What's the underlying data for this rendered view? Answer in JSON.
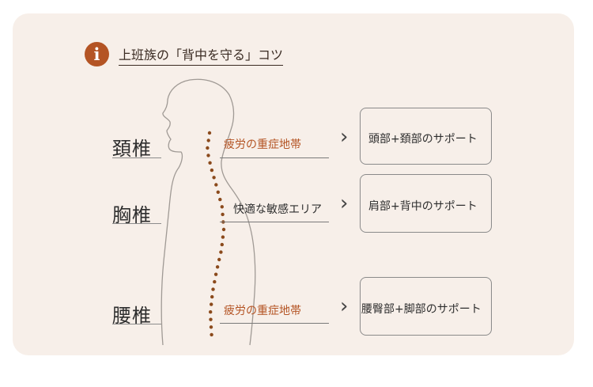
{
  "header": {
    "title": "上班族の「背中を守る」コツ",
    "icon": "info-icon",
    "accent_color": "#b45424"
  },
  "regions": [
    {
      "label": "頚椎",
      "note": "疲労の重症地帯",
      "support": "頭部+頚部のサポート"
    },
    {
      "label": "胸椎",
      "note": "快適な敏感エリア",
      "support": "肩部+背中のサポート"
    },
    {
      "label": "腰椎",
      "note": "疲労の重症地帯",
      "support": "腰臀部+脚部のサポート"
    }
  ],
  "arrow_glyph": "›"
}
